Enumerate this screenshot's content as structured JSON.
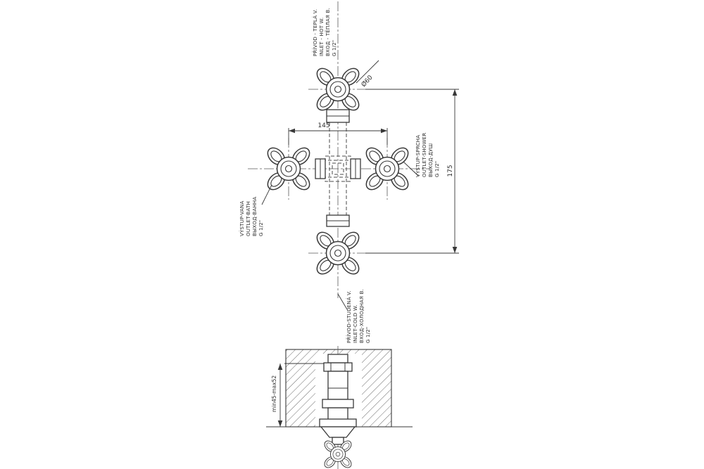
{
  "ports": {
    "inlet_hot": {
      "lines": [
        "PŘÍVOD - TEPLÁ V.",
        "INLET - HOT W.",
        "ВХОД - ТЁПЛАЯ В.",
        "G 1/2\""
      ]
    },
    "outlet_shower": {
      "lines": [
        "VÝSTUP-SPRCHA",
        "OUTLET-SHOWER",
        "ВЫХОД-ДУШ",
        "G 1/2\""
      ]
    },
    "outlet_bath": {
      "lines": [
        "VÝSTUP-VANA",
        "OUTLET-BATH",
        "ВЫХОД-ВАННА",
        "G 1/2\""
      ]
    },
    "inlet_cold": {
      "lines": [
        "PŘÍVOD-STUDENÁ V.",
        "INLET-COLD W.",
        "ВХОД-ХОЛОДНАЯ В.",
        "G 1/2\""
      ]
    }
  },
  "dimensions": {
    "port_spacing_horizontal": "145",
    "port_spacing_vertical": "175",
    "handle_diameter": "Ø60",
    "mounting_depth": "min45-max52"
  },
  "colors": {
    "line": "#383838",
    "background": "#ffffff"
  }
}
